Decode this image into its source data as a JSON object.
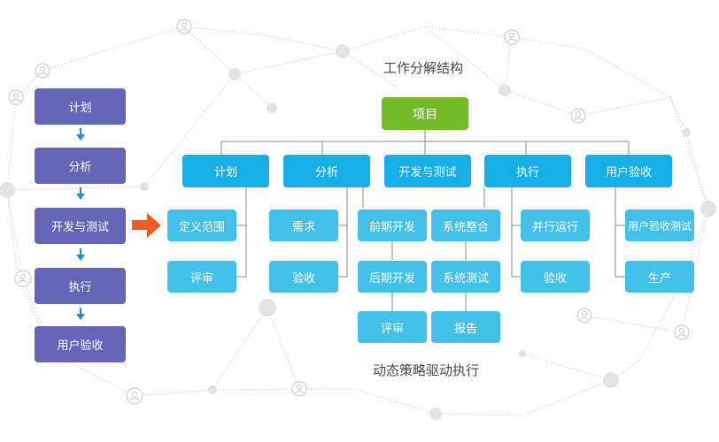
{
  "top_caption": "工作分解结构",
  "bottom_caption": "动态策略驱动执行",
  "left_flow": [
    "计划",
    "分析",
    "开发与测试",
    "执行",
    "用户验收"
  ],
  "wbs": {
    "root": "项目",
    "level1": [
      "计划",
      "分析",
      "开发与测试",
      "执行",
      "用户验收"
    ],
    "plan_children": [
      "定义范围",
      "评审"
    ],
    "analysis_children": [
      "需求",
      "验收"
    ],
    "devtest_children": [
      "前期开发",
      "系统整合",
      "后期开发",
      "系统测试",
      "评审",
      "报告"
    ],
    "exec_children": [
      "并行运行",
      "验收"
    ],
    "uat_children": [
      "用户验收测试",
      "生产"
    ]
  },
  "colors": {
    "left_step": "#6366b6",
    "root": "#72bc28",
    "level1": "#17aee6",
    "level2": "#43c0ea",
    "arrow_main": "#f05a24",
    "arrow_small": "#1f8fd6",
    "connector": "#8a8a8a"
  }
}
